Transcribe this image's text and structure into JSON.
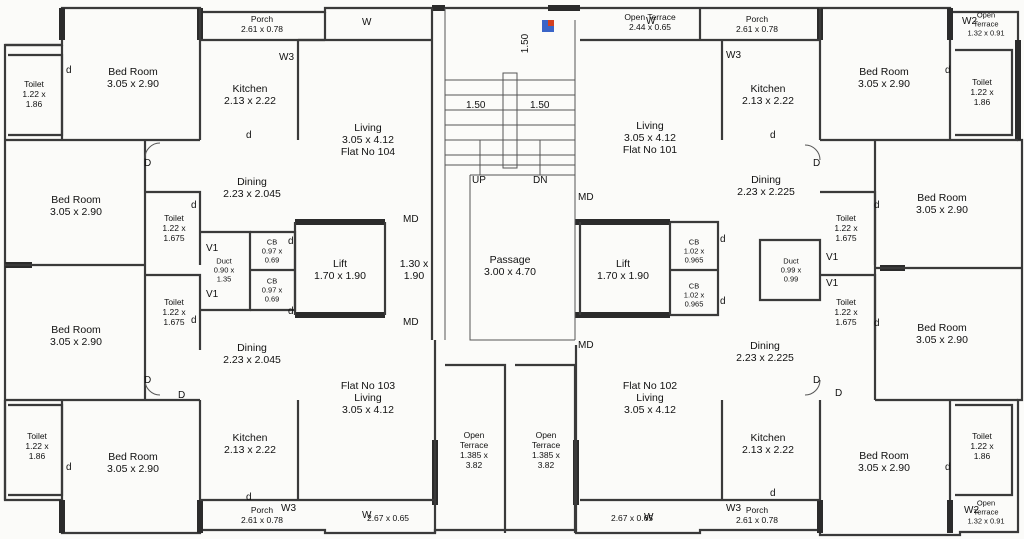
{
  "rooms": {
    "bed_tl": {
      "name": "Bed Room",
      "dim": "3.05 x 2.90"
    },
    "toilet_tl": {
      "name": "Toilet",
      "dim1": "1.22 x",
      "dim2": "1.86"
    },
    "porch_t104": {
      "name": "Porch",
      "dim": "2.61 x 0.78"
    },
    "kitchen_104": {
      "name": "Kitchen",
      "dim": "2.13 x 2.22"
    },
    "living_104": {
      "name": "Living",
      "dim": "3.05 x 4.12",
      "flat": "Flat No 104"
    },
    "dining_104": {
      "name": "Dining",
      "dim": "2.23 x 2.045"
    },
    "bed_ml": {
      "name": "Bed Room",
      "dim": "3.05 x 2.90"
    },
    "toilet_ml1": {
      "name": "Toilet",
      "dim1": "1.22 x",
      "dim2": "1.675"
    },
    "duct_l": {
      "name": "Duct",
      "dim1": "0.90 x",
      "dim2": "1.35"
    },
    "cb_l1": {
      "name": "CB",
      "dim1": "0.97 x",
      "dim2": "0.69"
    },
    "cb_l2": {
      "name": "CB",
      "dim1": "0.97 x",
      "dim2": "0.69"
    },
    "lift_l": {
      "name": "Lift",
      "dim": "1.70 x 1.90"
    },
    "lobby_l": {
      "dim1": "1.30 x",
      "dim2": "1.90"
    },
    "toilet_ml2": {
      "name": "Toilet",
      "dim1": "1.22 x",
      "dim2": "1.675"
    },
    "bed_ml2": {
      "name": "Bed Room",
      "dim": "3.05 x 2.90"
    },
    "dining_103": {
      "name": "Dining",
      "dim": "2.23 x 2.045"
    },
    "living_103": {
      "flat": "Flat No 103",
      "name": "Living",
      "dim": "3.05 x 4.12"
    },
    "kitchen_103": {
      "name": "Kitchen",
      "dim": "2.13 x 2.22"
    },
    "toilet_bl": {
      "name": "Toilet",
      "dim1": "1.22 x",
      "dim2": "1.86"
    },
    "bed_bl": {
      "name": "Bed Room",
      "dim": "3.05 x 2.90"
    },
    "porch_b103": {
      "name": "Porch",
      "dim": "2.61 x 0.78"
    },
    "balcony_b103": {
      "dim": "2.67 x 0.65"
    },
    "terrace_bl": {
      "name": "Open",
      "name2": "Terrace",
      "dim1": "1.385 x",
      "dim2": "3.82"
    },
    "terrace_bm": {
      "name": "Open",
      "name2": "Terrace",
      "dim1": "1.385 x",
      "dim2": "3.82"
    },
    "open_terrace_t": {
      "name": "Open Terrace",
      "dim": "2.44 x 0.65"
    },
    "passage": {
      "name": "Passage",
      "dim": "3.00 x 4.70"
    },
    "porch_t101": {
      "name": "Porch",
      "dim": "2.61 x 0.78"
    },
    "kitchen_101": {
      "name": "Kitchen",
      "dim": "2.13 x 2.22"
    },
    "living_101": {
      "name": "Living",
      "dim": "3.05 x 4.12",
      "flat": "Flat No 101"
    },
    "bed_tr": {
      "name": "Bed Room",
      "dim": "3.05 x 2.90"
    },
    "toilet_tr": {
      "name": "Toilet",
      "dim1": "1.22 x",
      "dim2": "1.86"
    },
    "open_terrace_tr": {
      "name": "Open",
      "name2": "Terrace",
      "dim": "1.32 x 0.91"
    },
    "dining_101": {
      "name": "Dining",
      "dim": "2.23 x 2.225"
    },
    "bed_mr": {
      "name": "Bed Room",
      "dim": "3.05 x 2.90"
    },
    "toilet_mr1": {
      "name": "Toilet",
      "dim1": "1.22 x",
      "dim2": "1.675"
    },
    "lift_r": {
      "name": "Lift",
      "dim": "1.70 x 1.90"
    },
    "cb_r1": {
      "name": "CB",
      "dim1": "1.02 x",
      "dim2": "0.965"
    },
    "cb_r2": {
      "name": "CB",
      "dim1": "1.02 x",
      "dim2": "0.965"
    },
    "duct_r": {
      "name": "Duct",
      "dim1": "0.99 x",
      "dim2": "0.99"
    },
    "toilet_mr2": {
      "name": "Toilet",
      "dim1": "1.22 x",
      "dim2": "1.675"
    },
    "bed_mr2": {
      "name": "Bed Room",
      "dim": "3.05 x 2.90"
    },
    "dining_102": {
      "name": "Dining",
      "dim": "2.23 x 2.225"
    },
    "living_102": {
      "flat": "Flat No 102",
      "name": "Living",
      "dim": "3.05 x 4.12"
    },
    "kitchen_102": {
      "name": "Kitchen",
      "dim": "2.13 x 2.22"
    },
    "bed_br": {
      "name": "Bed Room",
      "dim": "3.05 x 2.90"
    },
    "toilet_br": {
      "name": "Toilet",
      "dim1": "1.22 x",
      "dim2": "1.86"
    },
    "open_terrace_br": {
      "name": "Open",
      "name2": "Terrace",
      "dim": "1.32 x 0.91"
    },
    "porch_b102": {
      "name": "Porch",
      "dim": "2.61 x 0.78"
    },
    "balcony_b102": {
      "dim": "2.67 x 0.65"
    }
  },
  "marks": {
    "W": "W",
    "W2": "W2",
    "W3": "W3",
    "D": "D",
    "d": "d",
    "MD": "MD",
    "V1": "V1",
    "UP": "UP",
    "DN": "DN",
    "stair_w1": "1.50",
    "stair_w2": "1.50",
    "stair_h": "1.50"
  }
}
